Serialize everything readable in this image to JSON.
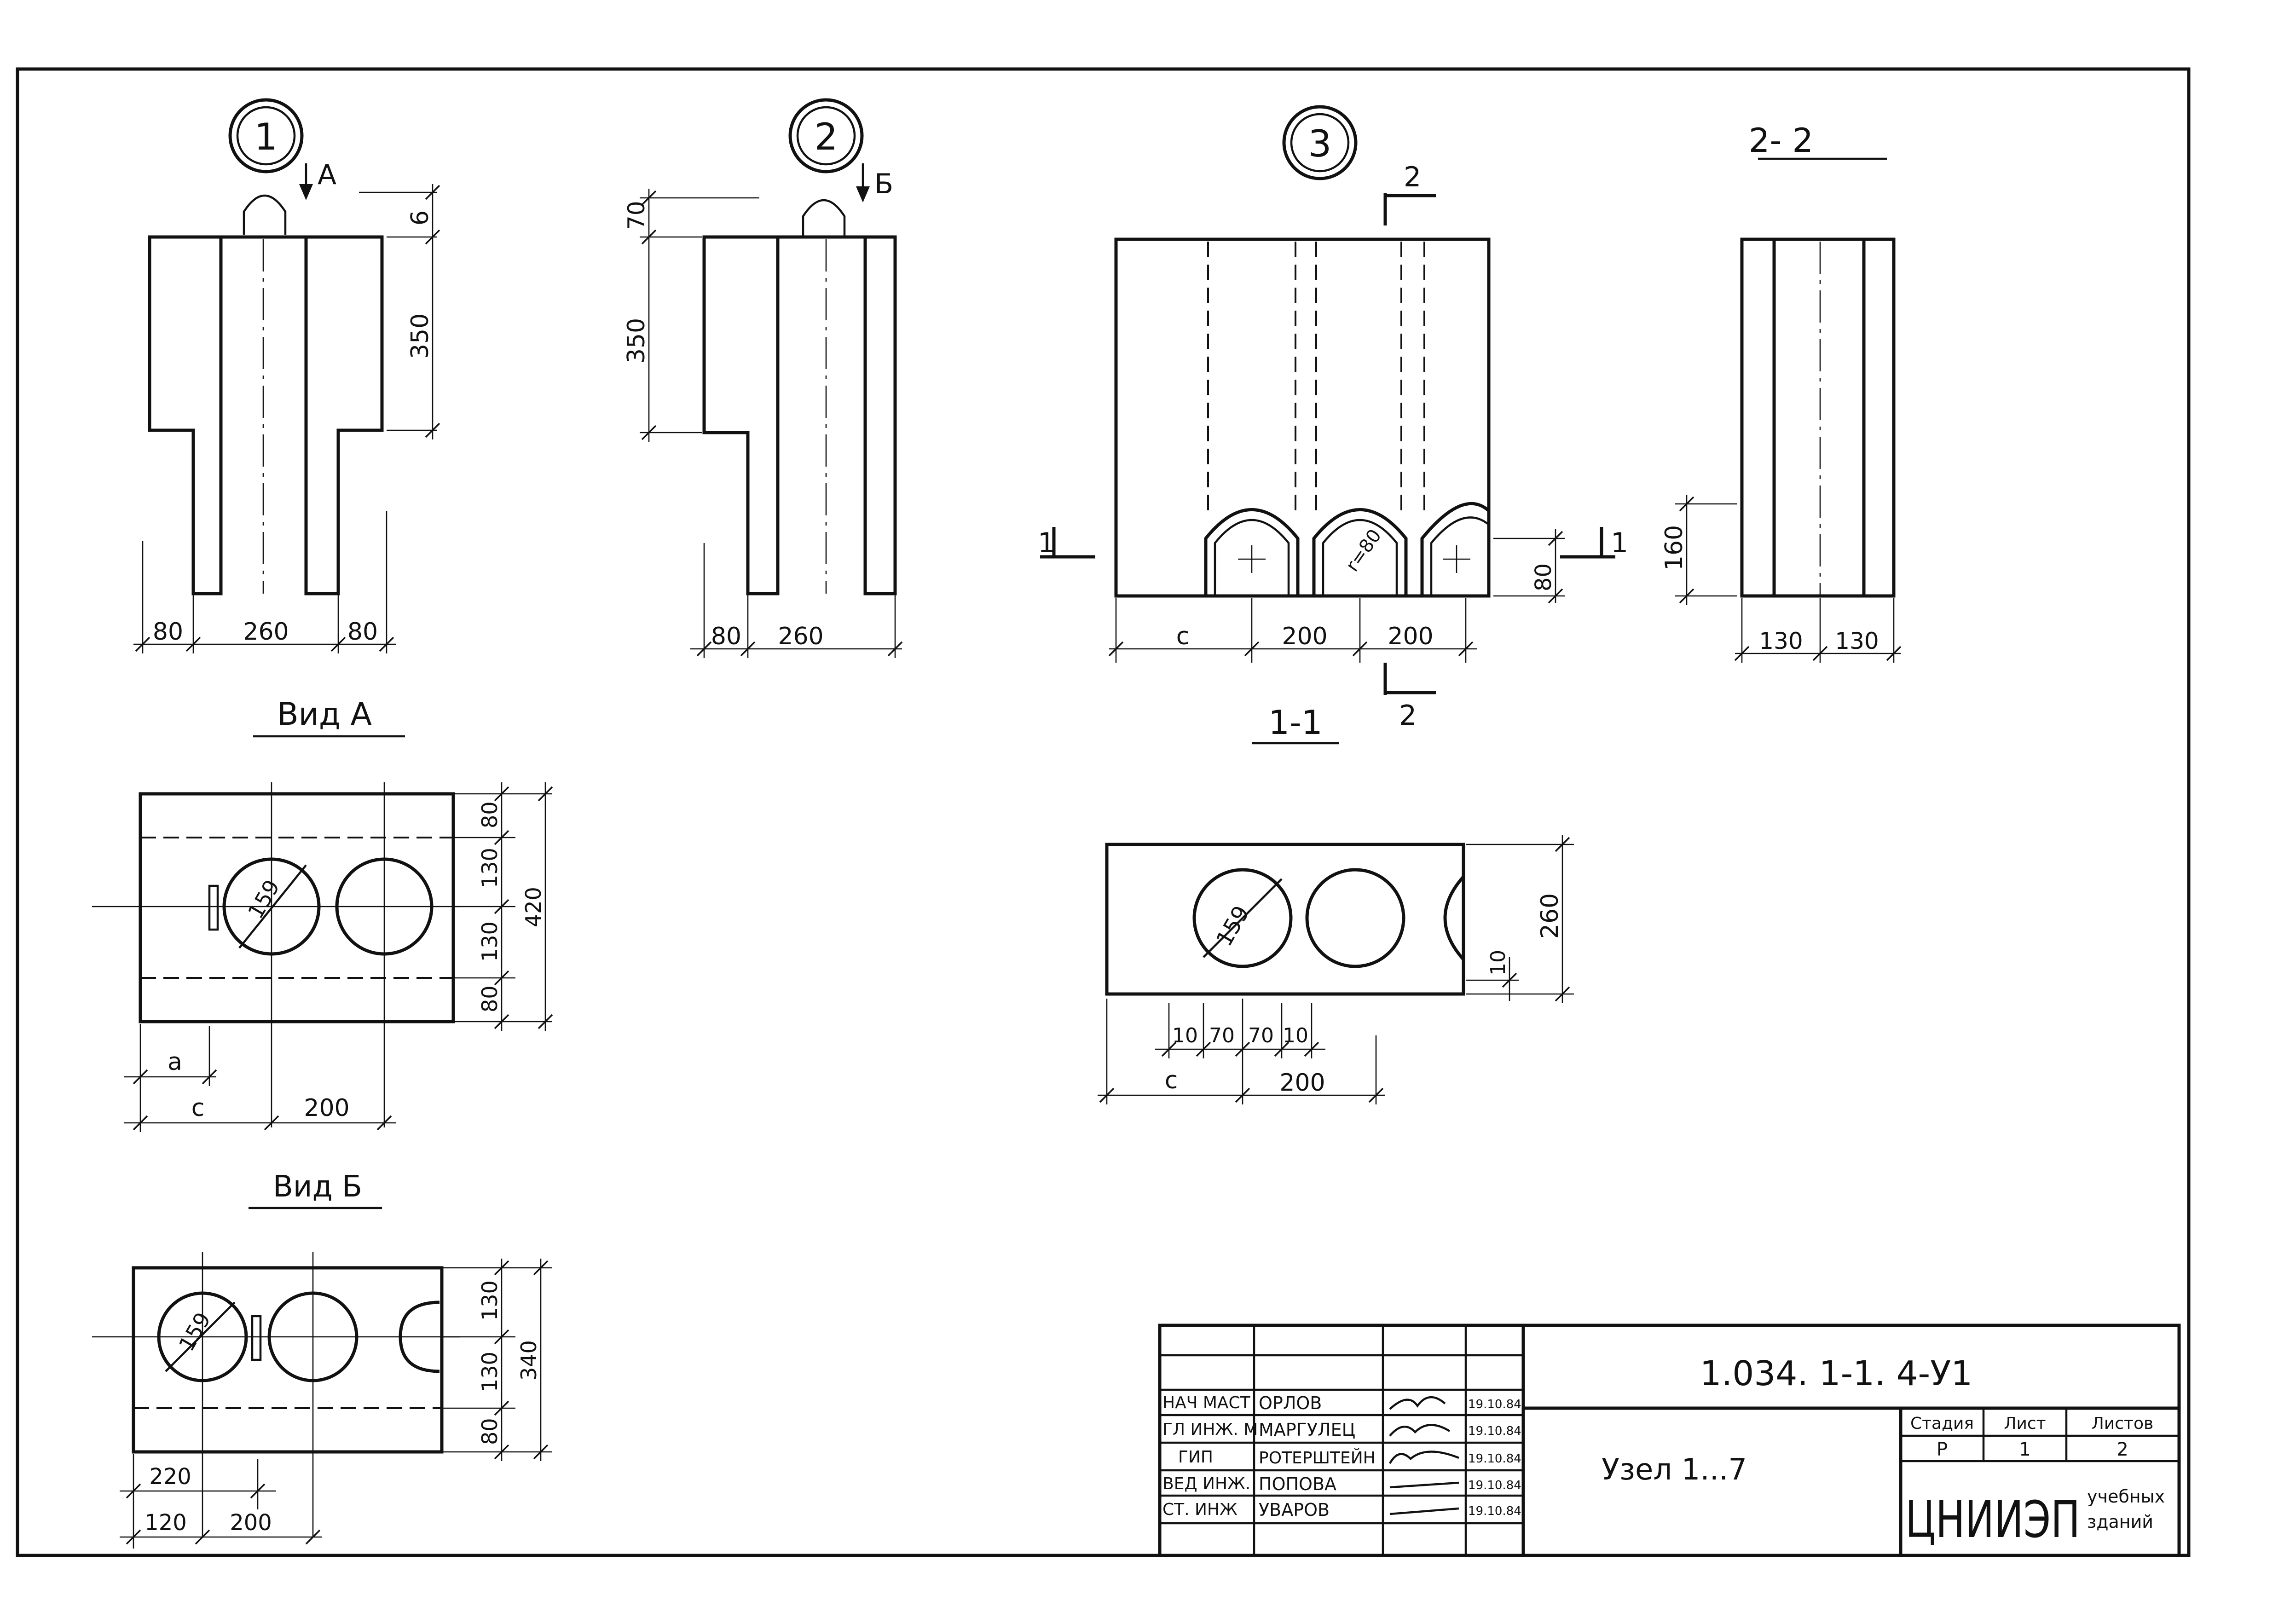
{
  "sheet": {
    "details": {
      "d1": {
        "number": "1",
        "view_marker": "A",
        "dims": {
          "top": "6",
          "height": "350",
          "left": "80",
          "mid": "260",
          "right": "80"
        }
      },
      "d2": {
        "number": "2",
        "view_marker": "Б",
        "dims": {
          "top": "70",
          "height": "350",
          "left": "80",
          "mid": "260"
        }
      },
      "d3": {
        "number": "3",
        "section_top": "2",
        "section_bottom": "2",
        "section_left": "1",
        "section_right": "1",
        "radius": "r=80",
        "height": "80",
        "dims": {
          "c": "c",
          "s1": "200",
          "s2": "200"
        }
      }
    },
    "section22": {
      "title": "2- 2",
      "height": "160",
      "w1": "130",
      "w2": "130"
    },
    "section11": {
      "title": "1-1",
      "diameter": "159",
      "height": "260",
      "gap": "10",
      "dims": {
        "a": "10",
        "b": "70",
        "c": "70",
        "d": "10",
        "e": "c",
        "f": "200"
      }
    },
    "view_a": {
      "title": "Вид  А",
      "diameter": "159",
      "dims": {
        "r1": "80",
        "r2": "130",
        "r3": "130",
        "r4": "80",
        "total": "420",
        "a": "a",
        "c": "c",
        "s": "200"
      }
    },
    "view_b": {
      "title": "Вид  Б",
      "diameter": "159",
      "dims": {
        "r1": "130",
        "r2": "130",
        "r3": "80",
        "total": "340",
        "d220": "220",
        "d120": "120",
        "s": "200"
      }
    }
  },
  "title_block": {
    "doc_code": "1.034. 1-1. 4-У1",
    "doc_name": "Узел 1...7",
    "stage_header": "Стадия",
    "sheet_header": "Лист",
    "sheets_header": "Листов",
    "stage": "Р",
    "sheet": "1",
    "sheets": "2",
    "org": "ЦНИИЭП",
    "org_sub1": "учебных",
    "org_sub2": "зданий",
    "signers": [
      {
        "role": "НАЧ МАСТ",
        "name": "ОРЛОВ",
        "date": "19.10.84"
      },
      {
        "role": "ГЛ ИНЖ. М",
        "name": "МАРГУЛЕЦ",
        "date": "19.10.84"
      },
      {
        "role": "ГИП",
        "name": "РОТЕРШТЕЙН",
        "date": "19.10.84"
      },
      {
        "role": "ВЕД ИНЖ.",
        "name": "ПОПОВА",
        "date": "19.10.84"
      },
      {
        "role": "СТ. ИНЖ",
        "name": "УВАРОВ",
        "date": "19.10.84"
      }
    ]
  }
}
